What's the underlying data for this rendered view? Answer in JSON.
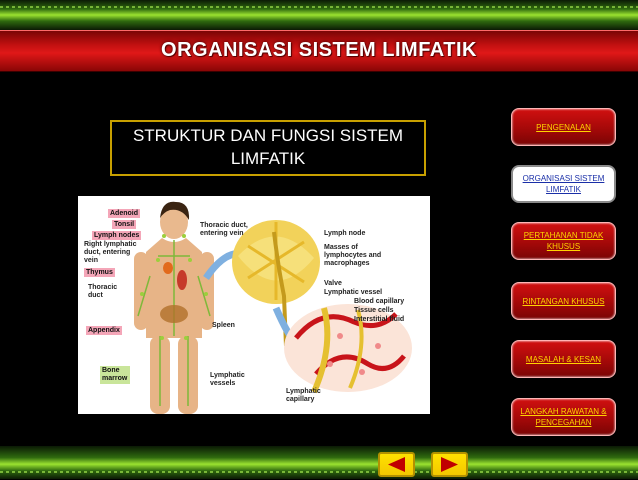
{
  "slide": {
    "title": "ORGANISASI SISTEM LIMFATIK",
    "heading": "STRUKTUR DAN FUNGSI SISTEM LIMFATIK"
  },
  "figure": {
    "body_labels_left": [
      "Adenoid",
      "Tonsil",
      "Lymph nodes"
    ],
    "right_lymphatic_duct": "Right lymphatic duct, entering vein",
    "thymus": "Thymus",
    "thoracic_duct": "Thoracic duct",
    "appendix": "Appendix",
    "bone_marrow": "Bone marrow",
    "thoracic_duct_entering": "Thoracic duct, entering vein",
    "spleen": "Spleen",
    "lymphatic_vessels": "Lymphatic vessels",
    "node_labels": [
      "Lymph node",
      "Masses of lymphocytes and macrophages",
      "Valve"
    ],
    "tissue_labels": [
      "Lymphatic vessel",
      "Blood capillary",
      "Tissue cells",
      "Interstitial fluid"
    ],
    "lymphatic_capillary": "Lymphatic capillary"
  },
  "nav": {
    "items": [
      {
        "label": "PENGENALAN",
        "active": false
      },
      {
        "label": "ORGANISASI SISTEM LIMFATIK",
        "active": true
      },
      {
        "label": "PERTAHANAN TIDAK KHUSUS",
        "active": false
      },
      {
        "label": "RINTANGAN KHUSUS",
        "active": false
      },
      {
        "label": "MASALAH & KESAN",
        "active": false
      },
      {
        "label": "LANGKAH RAWATAN & PENCEGAHAN",
        "active": false
      }
    ]
  },
  "controls": {
    "prev_icon": "triangle-left-icon",
    "next_icon": "triangle-right-icon"
  },
  "colors": {
    "title_bar": "#d01515",
    "frame_green": "#7fd024",
    "heading_border": "#c8a000",
    "nav_button": "#b00b0b",
    "nav_text": "#ffd400",
    "arrow_button": "#ffe100",
    "arrow_glyph": "#c00000"
  }
}
